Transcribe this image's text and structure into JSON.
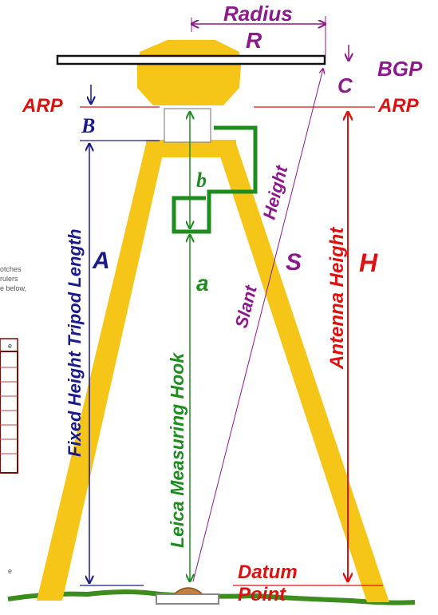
{
  "labels": {
    "radius": "Radius",
    "radius_letter": "R",
    "bgp": "BGP",
    "c_letter": "C",
    "arp_left": "ARP",
    "arp_right": "ARP",
    "b_upper": "B",
    "b_lower": "b",
    "fixed_height": "Fixed Height Tripod Length",
    "a_upper": "A",
    "leica_hook": "Leica Measuring Hook",
    "a_lower": "a",
    "slant": "Slant",
    "height": "Height",
    "s_letter": "S",
    "antenna_height": "Antenna Height",
    "h_letter": "H",
    "datum": "Datum",
    "point": "Point"
  },
  "side_fragment": {
    "line1": "otches",
    "line2": "rulers",
    "line3": "e below,",
    "table_header": "e",
    "bottom_char": "e"
  },
  "colors": {
    "yellow": "#F5C518",
    "navy": "#1A1A8C",
    "green": "#1E8C1E",
    "red": "#E01010",
    "purple": "#8B1A8B",
    "ground": "#3C8C1E",
    "dark_red": "#7A0A0A"
  }
}
